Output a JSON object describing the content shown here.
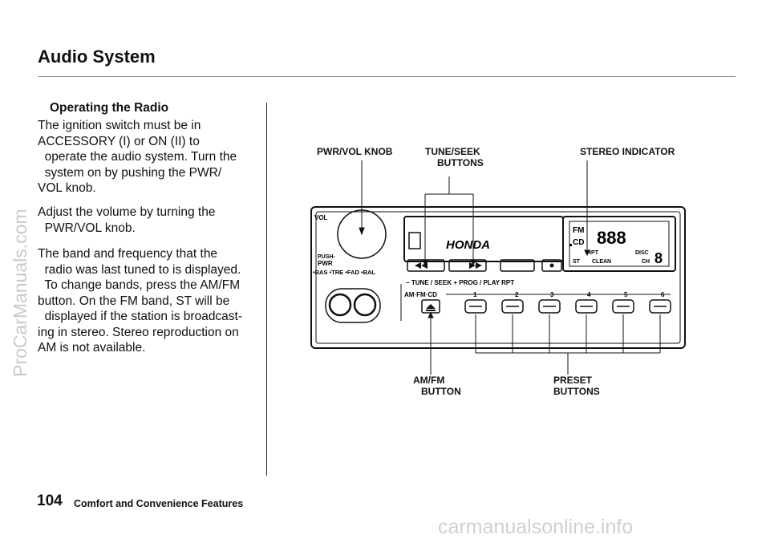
{
  "header": {
    "title": "Audio System"
  },
  "section": {
    "heading": "Operating the Radio",
    "paragraphs": [
      "The ignition switch must be in\nACCESSORY (I) or ON (II) to\n  operate the audio system. Turn the\n  system on by pushing the PWR/\nVOL knob.",
      "Adjust the volume by turning the\n  PWR/VOL knob.",
      "The band and frequency that the\n  radio was last tuned to is displayed.\n  To change bands, press the AM/FM\nbutton. On the FM band, ST will be\n  displayed if the station is broadcast-\ning in stereo. Stereo reproduction on\nAM is not available."
    ]
  },
  "diagram": {
    "callouts": {
      "pwr_vol_knob": "PWR/VOL  KNOB",
      "tune_seek_1": "TUNE/SEEK",
      "tune_seek_2": "BUTTONS",
      "stereo_indicator": "STEREO INDICATOR",
      "am_fm_1": "AM/FM",
      "am_fm_2": "BUTTON",
      "preset_1": "PRESET",
      "preset_2": "BUTTONS"
    },
    "unit": {
      "vol": "VOL",
      "push": "PUSH-",
      "pwr": "PWR",
      "knob_labels": "•BAS  •TRE  •FAD  •BAL",
      "brand": "HONDA",
      "tune_row": "−  TUNE / SEEK  +   PROG / PLAY  RPT",
      "band": "AM·FM·CD",
      "preset_numbers": [
        "1",
        "2",
        "3",
        "4",
        "5",
        "6"
      ],
      "display": {
        "fm": "FM",
        "cd": "CD",
        "digits": "888",
        "rpt": "RPT",
        "disc": "DISC",
        "st": "ST",
        "clean": "CLEAN",
        "ch": "CH",
        "ch_digit": "8"
      }
    }
  },
  "footer": {
    "page_number": "104",
    "section": "Comfort and Convenience Features"
  },
  "watermarks": {
    "side": "ProCarManuals.com",
    "bottom": "carmanualsonline.info"
  }
}
